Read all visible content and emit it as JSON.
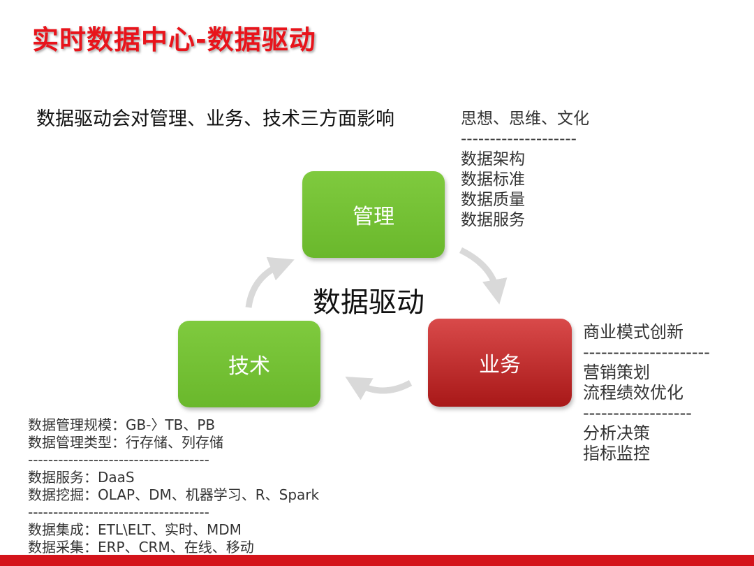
{
  "title": "实时数据中心-数据驱动",
  "subtitle": "数据驱动会对管理、业务、技术三方面影响",
  "center_label": "数据驱动",
  "boxes": {
    "management": "管理",
    "business": "业务",
    "technology": "技术"
  },
  "notes": {
    "management": [
      "思想、思维、文化",
      "--------------------",
      "数据架构",
      "数据标准",
      "数据质量",
      "数据服务"
    ],
    "business": [
      "商业模式创新",
      "---------------------",
      "营销策划",
      "流程绩效优化",
      "------------------",
      "分析决策",
      "指标监控"
    ],
    "technology": [
      "数据管理规模：GB-〉TB、PB",
      "数据管理类型：行存储、列存储",
      "------------------------------------",
      "数据服务：DaaS",
      "数据挖掘：OLAP、DM、机器学习、R、Spark",
      "------------------------------------",
      "数据集成：ETL\\ELT、实时、MDM",
      "数据采集：ERP、CRM、在线、移动"
    ]
  },
  "colors": {
    "title": "#e8141b",
    "green_box": "#72bf33",
    "red_box": "#c02a2a",
    "arrow": "#d9d9d9",
    "bottom_bar": "#d4141b"
  }
}
